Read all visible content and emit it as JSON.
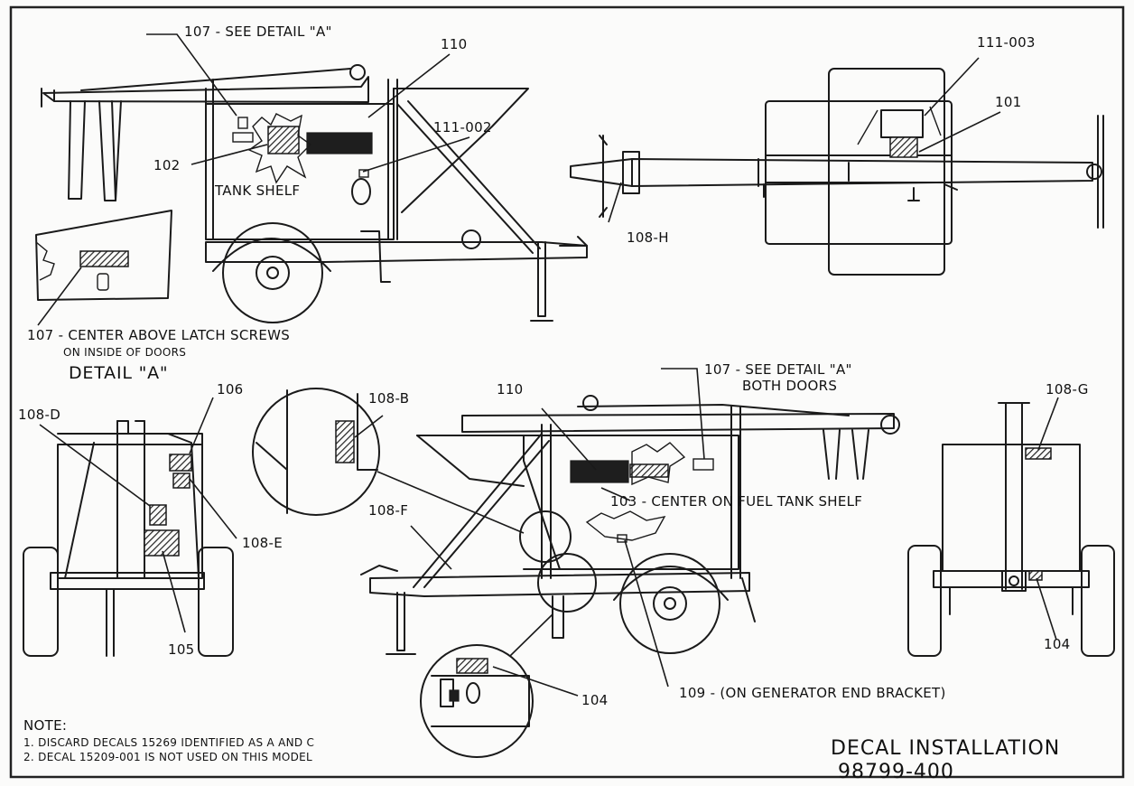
{
  "drawing": {
    "title": "DECAL INSTALLATION",
    "number": "98799-400"
  },
  "notes": {
    "heading": "NOTE:",
    "items": [
      "1.  DISCARD DECALS 15269 IDENTIFIED AS A AND C",
      "2.  DECAL 15209-001 IS NOT USED ON THIS MODEL"
    ]
  },
  "detail_a": {
    "label": "DETAIL \"A\"",
    "callout_line1": "107 - CENTER ABOVE LATCH SCREWS",
    "callout_line2": "ON INSIDE OF DOORS"
  },
  "callouts": {
    "side_view": {
      "see_detail": "107 - SEE DETAIL \"A\"",
      "c110": "110",
      "c111_002": "111-002",
      "c102": "102",
      "tank_shelf": "TANK SHELF"
    },
    "top_view": {
      "c111_003": "111-003",
      "c101": "101",
      "c108_h": "108-H"
    },
    "front_view": {
      "c108_d": "108-D",
      "c106": "106",
      "c108_e": "108-E",
      "c105": "105"
    },
    "other_side_view": {
      "see_detail_line1": "107 - SEE DETAIL \"A\"",
      "see_detail_line2": "BOTH DOORS",
      "c110": "110",
      "c108_b": "108-B",
      "c103": "103 - CENTER ON FUEL TANK SHELF",
      "c108_f": "108-F",
      "c109": "109 - (ON GENERATOR END BRACKET)",
      "c104_inset": "104"
    },
    "rear_view": {
      "c108_g": "108-G",
      "c104": "104"
    }
  },
  "colors": {
    "ink": "#1a1a1a",
    "paper": "#fbfbfa"
  }
}
